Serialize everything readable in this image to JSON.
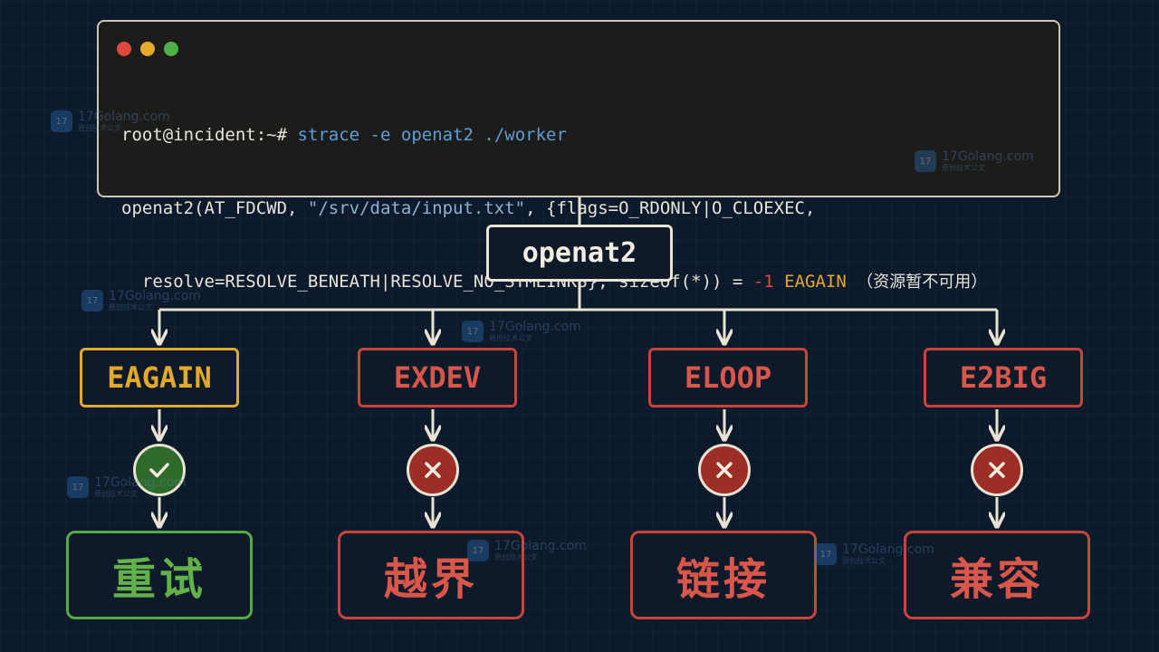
{
  "terminal": {
    "window_dots": [
      "red",
      "yellow",
      "green"
    ],
    "line1": {
      "prompt": "root@incident:~#",
      "command": "strace -e openat2 ./worker"
    },
    "line2": {
      "pre": "openat2(AT_FDCWD, ",
      "path": "\"/srv/data/input.txt\"",
      "post": ", {flags=O_RDONLY|O_CLOEXEC,"
    },
    "line3": {
      "pre": "  resolve=RESOLVE_BENEATH|RESOLVE_NO_SYMLINKS}, sizeof(*)) = ",
      "retval": "-1",
      "errcode": "EAGAIN",
      "note": "（资源暂不可用）"
    },
    "line4": "..."
  },
  "root": {
    "label": "openat2"
  },
  "branches": [
    {
      "code": "EAGAIN",
      "status": "check-icon",
      "result": "重试",
      "code_color": "#e2a92c",
      "status_color": "#56a944",
      "result_color": "#56a944"
    },
    {
      "code": "EXDEV",
      "status": "x-icon",
      "result": "越界",
      "code_color": "#c9453c",
      "status_color": "#c9453c",
      "result_color": "#c9453c"
    },
    {
      "code": "ELOOP",
      "status": "x-icon",
      "result": "链接",
      "code_color": "#c9453c",
      "status_color": "#c9453c",
      "result_color": "#c9453c"
    },
    {
      "code": "E2BIG",
      "status": "x-icon",
      "result": "兼容",
      "code_color": "#c9453c",
      "status_color": "#c9453c",
      "result_color": "#c9453c"
    }
  ],
  "watermark": {
    "site": "17Golang.com",
    "sub": "原创技术公文"
  }
}
